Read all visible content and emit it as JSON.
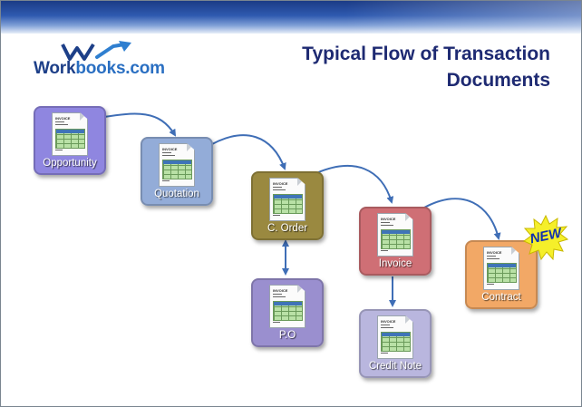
{
  "logo": {
    "text_work": "Work",
    "text_books": "books.com"
  },
  "title": {
    "line1": "Typical Flow of Transaction",
    "line2": "Documents"
  },
  "doc_header": "INVOICE",
  "badge": "NEW",
  "nodes": [
    {
      "id": "opportunity",
      "label": "Opportunity",
      "color": "#8f86e0"
    },
    {
      "id": "quotation",
      "label": "Quotation",
      "color": "#93acd8"
    },
    {
      "id": "c-order",
      "label": "C. Order",
      "color": "#9a8940"
    },
    {
      "id": "po",
      "label": "P.O",
      "color": "#9a8fcf"
    },
    {
      "id": "invoice",
      "label": "Invoice",
      "color": "#cf6f75"
    },
    {
      "id": "credit-note",
      "label": "Credit Note",
      "color": "#b9b6de"
    },
    {
      "id": "contract",
      "label": "Contract",
      "color": "#f2a866"
    }
  ],
  "arrow_color": "#3f6eb6"
}
